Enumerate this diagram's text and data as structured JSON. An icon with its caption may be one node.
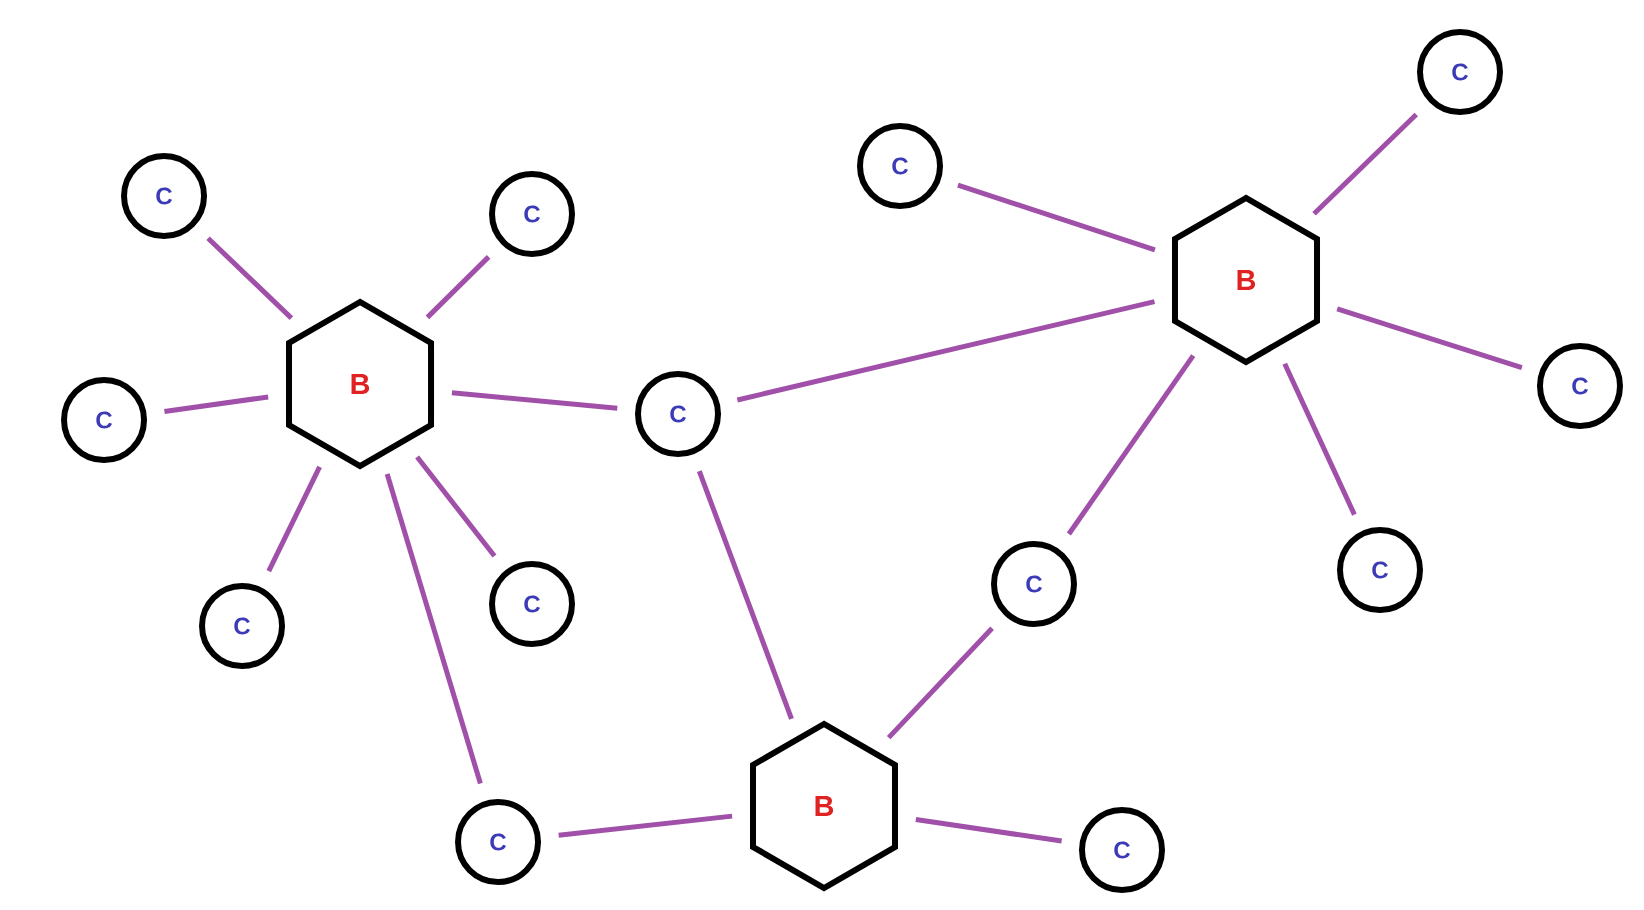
{
  "diagram": {
    "nodes": [
      {
        "text": [
          "C"
        ]
      },
      {
        "text": [
          "C"
        ]
      },
      {
        "text": [
          "C"
        ]
      },
      {
        "text": [
          "C"
        ]
      },
      {
        "text": [
          "B"
        ]
      },
      {
        "text": [
          "B"
        ]
      },
      {
        "text": [
          "C"
        ]
      },
      {
        "text": [
          "C"
        ]
      },
      {
        "text": [
          "C"
        ]
      },
      {
        "text": [
          "C"
        ]
      },
      {
        "text": [
          "C"
        ]
      },
      {
        "text": [
          "C"
        ]
      },
      {
        "text": [
          "C"
        ]
      },
      {
        "text": [
          "B"
        ]
      },
      {
        "text": [
          "C"
        ]
      },
      {
        "text": [
          "C"
        ]
      }
    ],
    "edges": [
      {
        "from": 5,
        "to": 2,
        "arrow": "none"
      },
      {
        "from": 5,
        "to": 3,
        "arrow": "none"
      },
      {
        "from": 5,
        "to": 8,
        "arrow": "none"
      },
      {
        "from": 5,
        "to": 12,
        "arrow": "none"
      },
      {
        "from": 5,
        "to": 11,
        "arrow": "none"
      },
      {
        "from": 5,
        "to": 7,
        "arrow": "none"
      },
      {
        "from": 5,
        "to": 14,
        "arrow": "none"
      },
      {
        "from": 4,
        "to": 1,
        "arrow": "none"
      },
      {
        "from": 4,
        "to": 0,
        "arrow": "none"
      },
      {
        "from": 4,
        "to": 6,
        "arrow": "none"
      },
      {
        "from": 4,
        "to": 9,
        "arrow": "none"
      },
      {
        "from": 4,
        "to": 10,
        "arrow": "none"
      },
      {
        "from": 4,
        "to": 7,
        "arrow": "none"
      },
      {
        "from": 13,
        "to": 7,
        "arrow": "none"
      },
      {
        "from": 13,
        "to": 10,
        "arrow": "none"
      },
      {
        "from": 13,
        "to": 15,
        "arrow": "none"
      },
      {
        "from": 13,
        "to": 14,
        "arrow": "none"
      }
    ]
  }
}
